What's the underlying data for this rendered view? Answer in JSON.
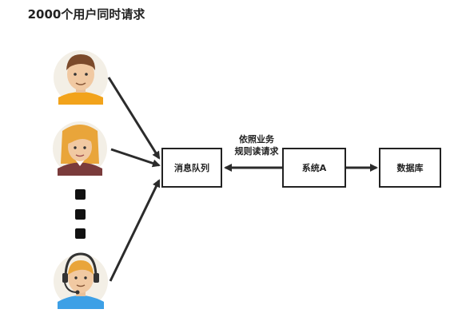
{
  "title": "2000个用户同时请求",
  "nodes": {
    "queue": "消息队列",
    "system_a": "系统A",
    "database": "数据库"
  },
  "edge_label": {
    "line1": "依照业务",
    "line2": "规则读请求"
  },
  "users": [
    {
      "role": "male user",
      "shirt_color": "#f2a31b"
    },
    {
      "role": "female user",
      "shirt_color": "#7a3b3b"
    },
    {
      "role": "support agent with headset",
      "shirt_color": "#3da0e6"
    }
  ]
}
